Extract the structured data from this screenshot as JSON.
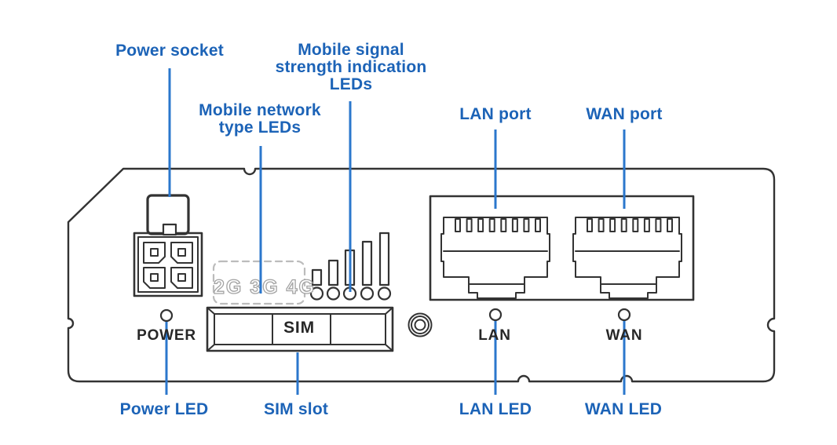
{
  "diagram_title": "Router front panel diagram",
  "colors": {
    "callout_blue": "#1c63b7",
    "leader_line_blue": "#2b77cc",
    "outline_dark": "#333333",
    "device_text": "#272727",
    "muted_gray": "#a3a3a3"
  },
  "callouts": {
    "power_socket": "Power socket",
    "mobile_network_type": "Mobile network\ntype LEDs",
    "mobile_signal_strength": "Mobile signal\nstrength indication\nLEDs",
    "lan_port": "LAN port",
    "wan_port": "WAN port",
    "power_led": "Power LED",
    "sim_slot": "SIM slot",
    "lan_led": "LAN LED",
    "wan_led": "WAN LED"
  },
  "device": {
    "power_label": "POWER",
    "sim_label": "SIM",
    "lan_label": "LAN",
    "wan_label": "WAN",
    "network_types_label": "2G 3G 4G"
  }
}
